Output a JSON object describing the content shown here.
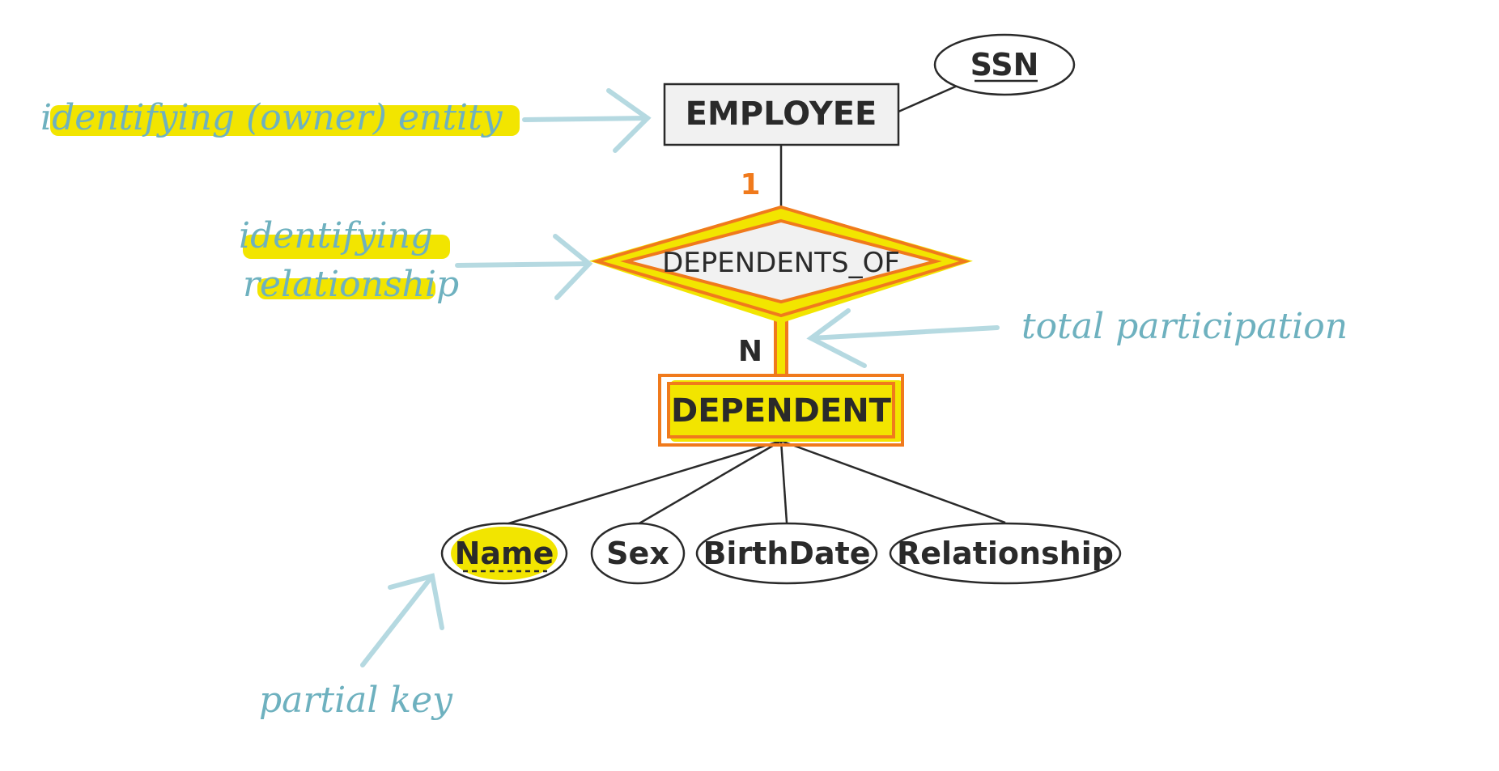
{
  "entities": {
    "owner": {
      "label": "EMPLOYEE"
    },
    "weak": {
      "label": "DEPENDENT"
    }
  },
  "relationship": {
    "label": "DEPENDENTS_OF"
  },
  "cardinality": {
    "owner_side": "1",
    "weak_side": "N"
  },
  "attributes": {
    "ssn": "SSN",
    "name": "Name",
    "sex": "Sex",
    "birthdate": "BirthDate",
    "relationship": "Relationship"
  },
  "annotations": {
    "owner_entity": "identifying (owner) entity",
    "identifying_line1": "identifying",
    "identifying_line2": "relationship",
    "total_participation": "total participation",
    "partial_key": "partial key"
  },
  "colors": {
    "highlight": "#f2e500",
    "double_line": "#f07a1c",
    "note": "#6eb1bf",
    "orange_text": "#f07a1c",
    "ink": "#2a2a2a"
  }
}
